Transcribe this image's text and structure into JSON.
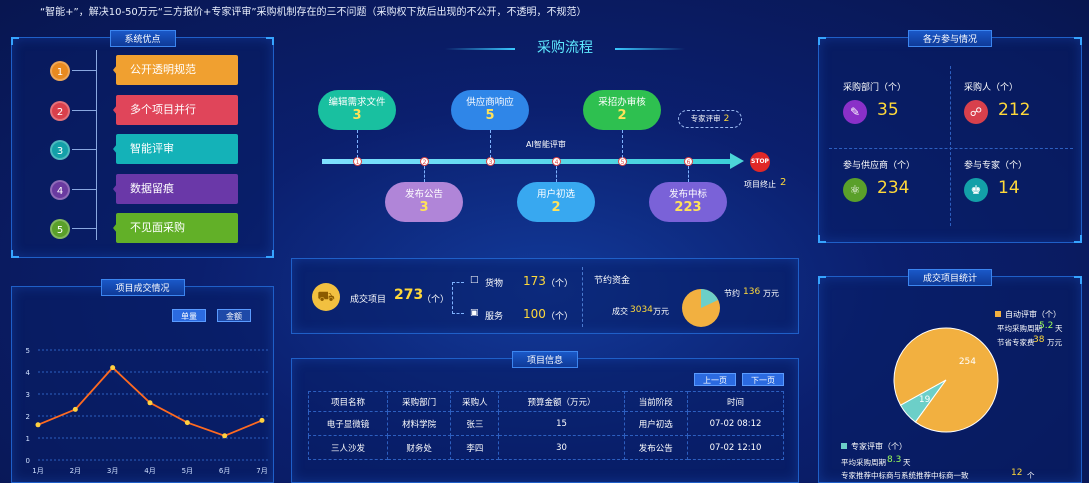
{
  "top_note": "“智能+”，解决10-50万元“三方报价+专家评审”采购机制存在的三不问题（采购权下放后出现的不公开，不透明，不规范）",
  "advantages": {
    "title": "系统优点",
    "items": [
      {
        "n": "1",
        "label": "公开透明规范",
        "color": "#f0a030",
        "numColor": "#e88a20"
      },
      {
        "n": "2",
        "label": "多个项目并行",
        "color": "#e0455a",
        "numColor": "#d8404c"
      },
      {
        "n": "3",
        "label": "智能评审",
        "color": "#14b2b8",
        "numColor": "#13a0a8"
      },
      {
        "n": "4",
        "label": "数据留痕",
        "color": "#6a38a8",
        "numColor": "#6a3aa0"
      },
      {
        "n": "5",
        "label": "不见面采购",
        "color": "#62b028",
        "numColor": "#5aa02a"
      }
    ]
  },
  "flow": {
    "title": "采购流程",
    "top": [
      {
        "label": "编辑需求文件",
        "value": "3"
      },
      {
        "label": "供应商响应",
        "value": "5"
      },
      {
        "label": "采招办审核",
        "value": "2"
      }
    ],
    "bottom": [
      {
        "label": "发布公告",
        "value": "3"
      },
      {
        "label": "用户初选",
        "value": "2"
      },
      {
        "label": "发布中标",
        "value": "223"
      }
    ],
    "dots": [
      "1",
      "2",
      "3",
      "4",
      "5",
      "6"
    ],
    "ai_label": "AI智能评审",
    "expert_label": "专家评审",
    "expert_value": "2",
    "stop": "STOP",
    "end_label": "项目终止",
    "end_value": "2"
  },
  "deal": {
    "label": "成交项目",
    "value": "273",
    "unit": "（个）",
    "goods_label": "货物",
    "goods_value": "173",
    "goods_unit": "（个）",
    "service_label": "服务",
    "service_value": "100",
    "service_unit": "（个）",
    "save_title": "节约资金",
    "save_label": "节约",
    "save_value": "136",
    "save_unit": "万元",
    "deal_amount_label": "成交",
    "deal_amount_value": "3034",
    "deal_amount_unit": "万元"
  },
  "parties": {
    "title": "各方参与情况",
    "items": [
      {
        "label": "采购部门（个）",
        "value": "35",
        "color": "#8a30c8"
      },
      {
        "label": "采购人（个）",
        "value": "212",
        "color": "#d8404c"
      },
      {
        "label": "参与供应商（个）",
        "value": "234",
        "color": "#5aa02a"
      },
      {
        "label": "参与专家（个）",
        "value": "14",
        "color": "#13a0a8"
      }
    ]
  },
  "line_chart": {
    "title": "项目成交情况",
    "btn1": "单量",
    "btn2": "金额"
  },
  "chart_data": {
    "type": "line",
    "categories": [
      "1月",
      "2月",
      "3月",
      "4月",
      "5月",
      "6月",
      "7月"
    ],
    "values": [
      1.6,
      2.3,
      4.2,
      2.6,
      1.7,
      1.1,
      1.8
    ],
    "ylim": [
      0,
      5
    ],
    "yticks": [
      "0",
      "1",
      "2",
      "3",
      "4",
      "5"
    ]
  },
  "project_info": {
    "title": "项目信息",
    "prev": "上一页",
    "next": "下一页",
    "headers": [
      "项目名称",
      "采购部门",
      "采购人",
      "预算金额（万元）",
      "当前阶段",
      "时间"
    ],
    "rows": [
      [
        "电子显微镜",
        "材料学院",
        "张三",
        "15",
        "用户初选",
        "07-02 08:12"
      ],
      [
        "三人沙发",
        "财务处",
        "李四",
        "30",
        "发布公告",
        "07-02 12:10"
      ]
    ]
  },
  "stats": {
    "title": "成交项目统计",
    "auto_label": "自动评审（个）",
    "auto_value": 254,
    "avg_label": "平均采购周期",
    "avg_value": "5.2",
    "avg_unit": "天",
    "save_label": "节省专家费",
    "save_value": "38",
    "save_unit": "万元",
    "expert_label": "专家评审（个）",
    "expert_value": 19,
    "avg2_label": "平均采购周期",
    "avg2_value": "8.3",
    "avg2_unit": "天",
    "consist_label": "专家推荐中标商与系统推荐中标商一致",
    "consist_value": "12",
    "consist_unit": "个",
    "color_auto": "#f2b040",
    "color_expert": "#6ccfc8"
  }
}
